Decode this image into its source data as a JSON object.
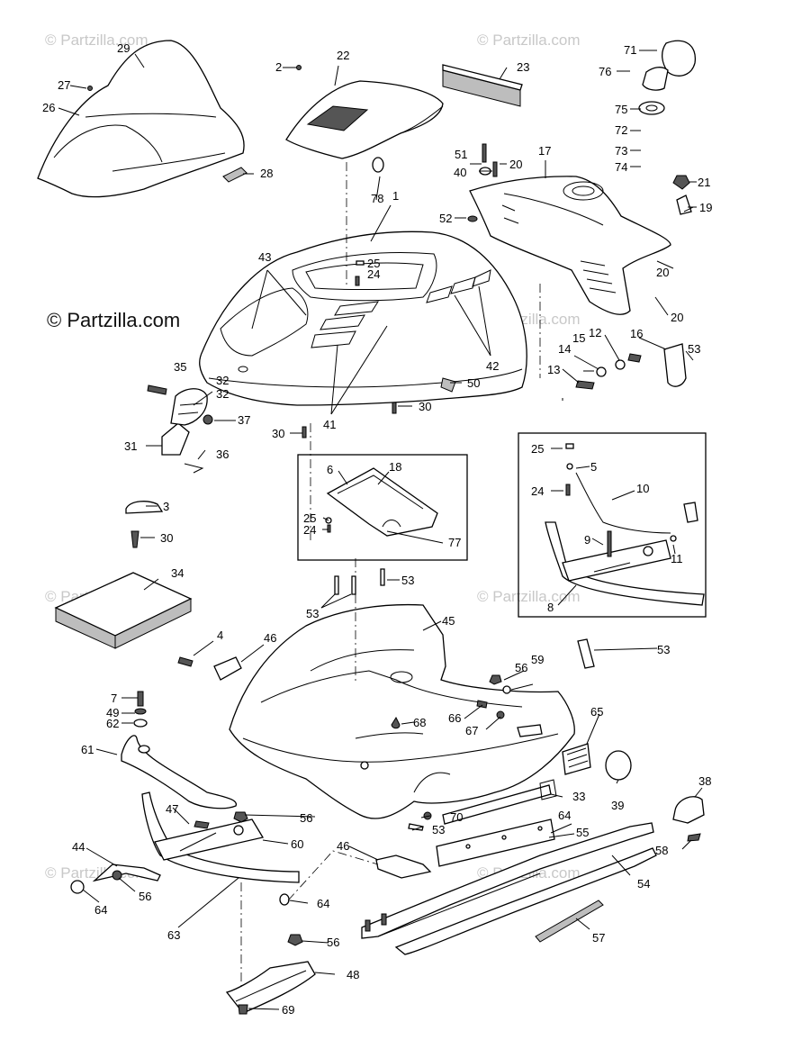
{
  "watermark": {
    "main": "© Partzilla.com",
    "faint": "© Partzilla.com"
  },
  "callouts": {
    "c1": "1",
    "c2": "2",
    "c3": "3",
    "c4": "4",
    "c5": "5",
    "c6": "6",
    "c7": "7",
    "c8": "8",
    "c9": "9",
    "c10": "10",
    "c11": "11",
    "c12": "12",
    "c13": "13",
    "c14": "14",
    "c15": "15",
    "c16": "16",
    "c17": "17",
    "c18": "18",
    "c19": "19",
    "c20a": "20",
    "c20b": "20",
    "c20c": "20",
    "c21": "21",
    "c22": "22",
    "c23": "23",
    "c24a": "24",
    "c24b": "24",
    "c24c": "24",
    "c25a": "25",
    "c25b": "25",
    "c25c": "25",
    "c26": "26",
    "c27": "27",
    "c28": "28",
    "c29": "29",
    "c30a": "30",
    "c30b": "30",
    "c30c": "30",
    "c31": "31",
    "c32a": "32",
    "c32b": "32",
    "c33": "33",
    "c34": "34",
    "c35": "35",
    "c36": "36",
    "c37": "37",
    "c38": "38",
    "c39": "39",
    "c40": "40",
    "c41": "41",
    "c42": "42",
    "c43": "43",
    "c44": "44",
    "c45": "45",
    "c46a": "46",
    "c46b": "46",
    "c47": "47",
    "c48": "48",
    "c49": "49",
    "c50": "50",
    "c51": "51",
    "c52": "52",
    "c53a": "53",
    "c53b": "53",
    "c53c": "53",
    "c53d": "53",
    "c53e": "53",
    "c54": "54",
    "c55": "55",
    "c56a": "56",
    "c56b": "56",
    "c56c": "56",
    "c56d": "56",
    "c57": "57",
    "c58": "58",
    "c59": "59",
    "c60": "60",
    "c61": "61",
    "c62": "62",
    "c63": "63",
    "c64a": "64",
    "c64b": "64",
    "c64c": "64",
    "c65": "65",
    "c66": "66",
    "c67": "67",
    "c68": "68",
    "c69": "69",
    "c70": "70",
    "c71": "71",
    "c72": "72",
    "c73": "73",
    "c74": "74",
    "c75": "75",
    "c76": "76",
    "c77": "77",
    "c78": "78"
  }
}
